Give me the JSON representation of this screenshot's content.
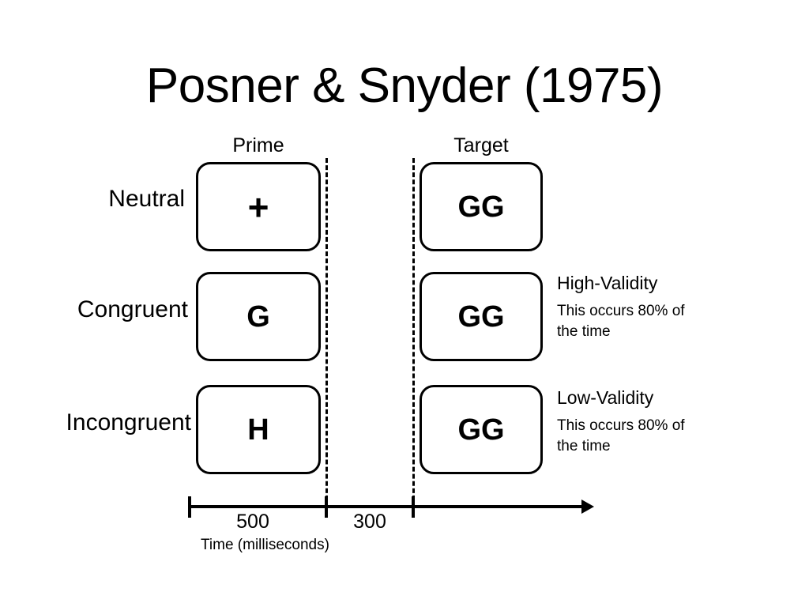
{
  "slide": {
    "title": "Posner & Snyder (1975)"
  },
  "columns": {
    "prime": "Prime",
    "target": "Target"
  },
  "rows": [
    {
      "label": "Neutral",
      "prime_stimulus": "+",
      "target_stimulus": "GG",
      "annotation": null
    },
    {
      "label": "Congruent",
      "prime_stimulus": "G",
      "target_stimulus": "GG",
      "annotation": {
        "title": "High-Validity",
        "body": "This occurs 80% of the time"
      }
    },
    {
      "label": "Incongruent",
      "prime_stimulus": "H",
      "target_stimulus": "GG",
      "annotation": {
        "title": "Low-Validity",
        "body": "This occurs 80% of the time"
      }
    }
  ],
  "timeline": {
    "axis_label": "Time (milliseconds)",
    "segments": [
      {
        "duration": "500",
        "unit": "milliseconds"
      },
      {
        "duration": "300",
        "unit": "milliseconds"
      }
    ],
    "tick_500": "500",
    "tick_300": "300"
  },
  "colors": {
    "background": "#ffffff",
    "ink": "#000000"
  }
}
